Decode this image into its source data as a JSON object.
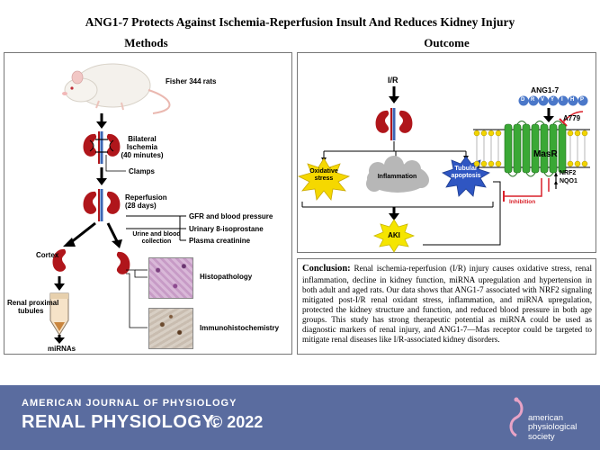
{
  "header": {
    "title": "ANG1-7 Protects Against Ischemia-Reperfusion Insult And Reduces Kidney Injury",
    "methods_heading": "Methods",
    "outcome_heading": "Outcome"
  },
  "methods": {
    "rat_label": "Fisher 344 rats",
    "ischemia_label_1": "Bilateral",
    "ischemia_label_2": "Ischemia",
    "ischemia_label_3": "(40 minutes)",
    "clamps_label": "Clamps",
    "reperfusion_label_1": "Reperfusion",
    "reperfusion_label_2": "(28 days)",
    "measure_1": "GFR and blood pressure",
    "measure_2": "Urinary 8-isoprostane",
    "measure_3": "Plasma creatinine",
    "collection_label_1": "Urine and blood",
    "collection_label_2": "collection",
    "cortex_label": "Cortex",
    "tubules_label_1": "Renal proximal",
    "tubules_label_2": "tubules",
    "mirnas_label": "miRNAs",
    "histo_label": "Histopathology",
    "ihc_label": "Immunohistochemistry"
  },
  "outcome": {
    "ir_label": "I/R",
    "oxidative_label_1": "Oxidative",
    "oxidative_label_2": "stress",
    "inflammation_label": "Inflammation",
    "apoptosis_label_1": "Tubular",
    "apoptosis_label_2": "apoptosis",
    "aki_label": "AKI",
    "ang_label": "ANG1-7",
    "peptide_residues": [
      "D",
      "R",
      "V",
      "Y",
      "I",
      "H",
      "P"
    ],
    "a779_label": "A779",
    "masr_label": "MasR",
    "nrf2_label": "NRF2",
    "nqo1_label": "NQO1",
    "inhibition_label": "Inhibition"
  },
  "conclusion": {
    "heading": "Conclusion:",
    "body": "Renal ischemia-reperfusion (I/R) injury causes oxidative stress, renal inflammation, decline in kidney function, miRNA upregulation and hypertension in both adult and aged rats. Our data shows that ANG1-7 associated with NRF2 signaling mitigated post-I/R renal oxidant stress, inflammation, and miRNA upregulation, protected the kidney structure and function, and reduced blood pressure in both age groups. This study has strong therapeutic potential as miRNA could be used as diagnostic markers of renal injury, and ANG1-7—Mas receptor could be targeted to mitigate renal diseases like I/R-associated kidney disorders."
  },
  "footer": {
    "journal_line_1": "AMERICAN JOURNAL OF PHYSIOLOGY",
    "journal_line_2": "RENAL PHYSIOLOGY.",
    "copyright": "© 2022",
    "society_line_1": "american",
    "society_line_2": "physiological",
    "society_line_3": "society"
  },
  "colors": {
    "kidney": "#b0161b",
    "vessel_blue": "#3c66b4",
    "footer_bg": "#5a6c9f",
    "starburst": "#f5d800",
    "cloud": "#b7b7b7",
    "apoptosis": "#2f56c2",
    "inhibition": "#d9212a",
    "peptide": "#4b78c9"
  }
}
